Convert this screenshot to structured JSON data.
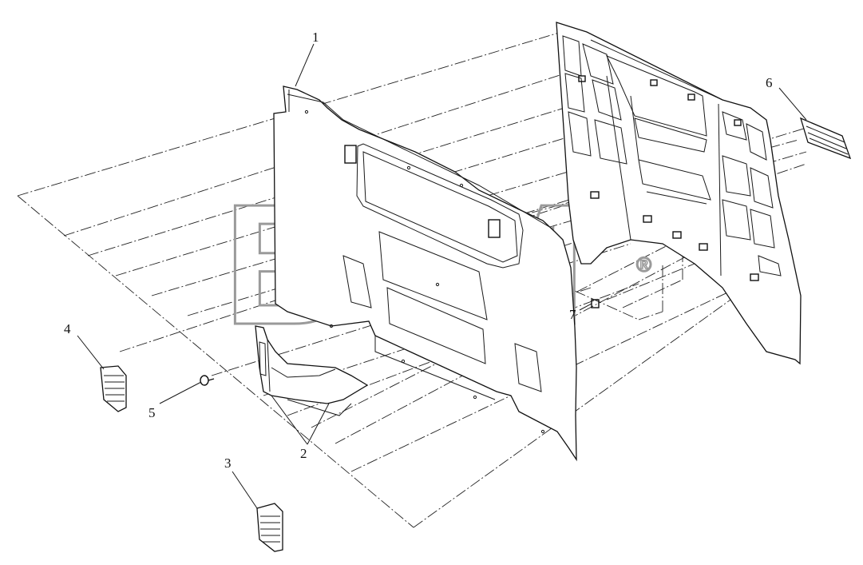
{
  "callouts": [
    {
      "id": "1",
      "label": "1"
    },
    {
      "id": "2",
      "label": "2"
    },
    {
      "id": "3",
      "label": "3"
    },
    {
      "id": "4",
      "label": "4"
    },
    {
      "id": "5",
      "label": "5"
    },
    {
      "id": "6",
      "label": "6"
    },
    {
      "id": "7",
      "label": "7"
    }
  ],
  "watermark": {
    "text": "BTM",
    "registered": "®"
  }
}
